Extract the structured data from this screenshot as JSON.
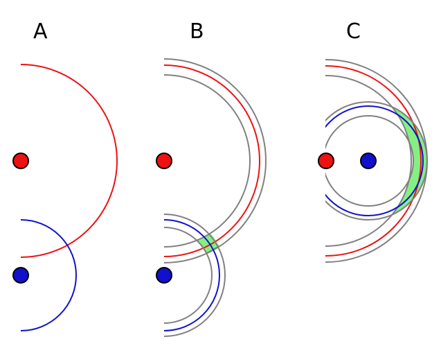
{
  "panels": [
    {
      "label": "A"
    },
    {
      "label": "B"
    },
    {
      "label": "C"
    }
  ],
  "colors": {
    "red": "#ee1111",
    "blue": "#1111cc",
    "gray": "#808080",
    "overlap": "#77ee77"
  }
}
